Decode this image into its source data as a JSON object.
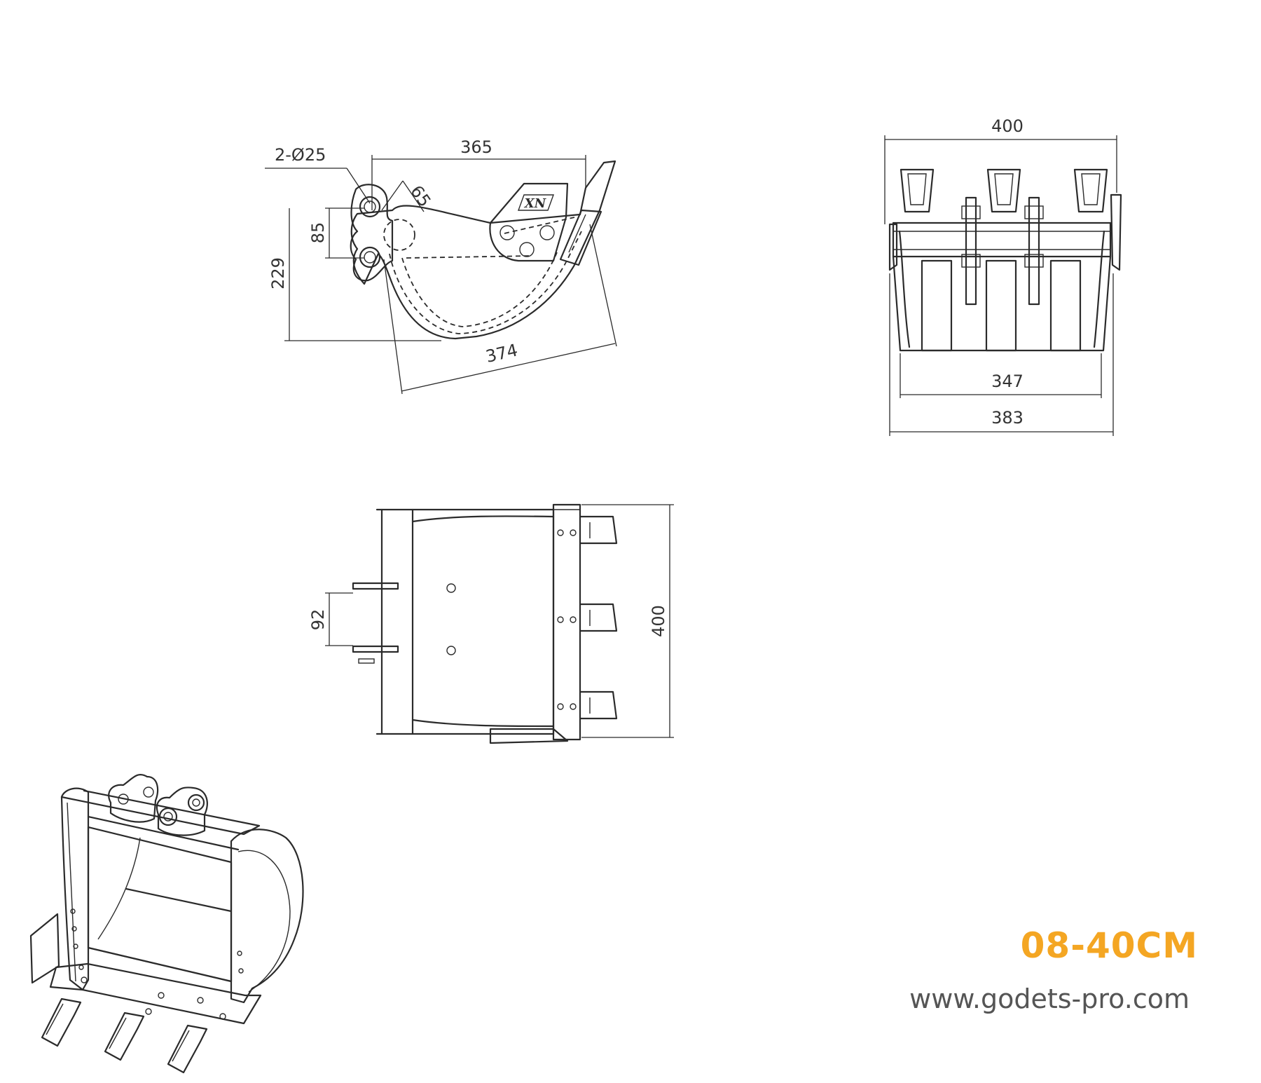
{
  "product": {
    "code": "08-40CM",
    "website": "www.godets-pro.com",
    "brand_mark": "XN"
  },
  "dimensions": {
    "pin_holes": "2-Ø25",
    "pin_spacing": "85",
    "boss_size": "65",
    "top_length": "365",
    "height": "229",
    "diagonal": "374",
    "front_width": "400",
    "inner_width": "347",
    "outer_width": "383",
    "plan_depth": "400",
    "ear_spacing": "92"
  },
  "colors": {
    "accent": "#f4a623",
    "line": "#2b2b2b",
    "url_text": "#555555"
  }
}
